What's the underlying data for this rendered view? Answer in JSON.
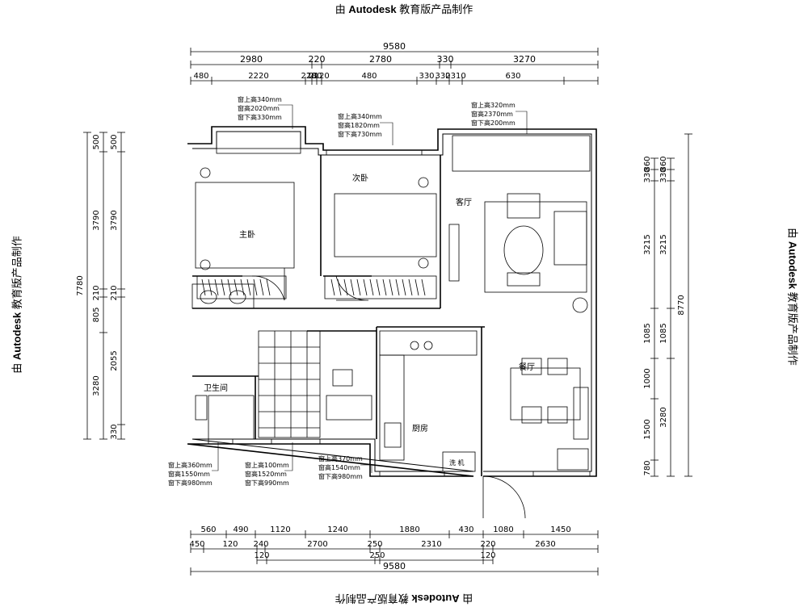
{
  "watermark": {
    "prefix": "由",
    "brand": "Autodesk",
    "suffix": "教育版产品制作"
  },
  "dimensions": {
    "top": {
      "total": "9580",
      "row2": [
        "2980",
        "220",
        "2780",
        "330",
        "3270"
      ],
      "row3": [
        "480",
        "2220",
        "220",
        "180",
        "2120",
        "480",
        "330",
        "330",
        "2310",
        "630"
      ]
    },
    "bottom": {
      "row1": [
        "560",
        "490",
        "1120",
        "1240",
        "1880",
        "430",
        "1080",
        "1450"
      ],
      "row2": [
        "450",
        "120",
        "240",
        "2700",
        "250",
        "2310",
        "220",
        "2630"
      ],
      "row3": [
        "120",
        "250",
        "120"
      ],
      "total": "9580"
    },
    "left": {
      "total": "7780",
      "row2": [
        "500",
        "3790",
        "210",
        "805",
        "3280"
      ],
      "row3": [
        "500",
        "3790",
        "210",
        "2055",
        "330"
      ]
    },
    "right": {
      "total": "8770",
      "row2": [
        "860",
        "330",
        "3215",
        "1085",
        "1000",
        "1500",
        "780"
      ],
      "row3": [
        "860",
        "330",
        "3215",
        "1085",
        "3280"
      ]
    }
  },
  "rooms": {
    "master_bedroom": "主卧",
    "second_bedroom": "次卧",
    "living_room": "客厅",
    "dining_room": "餐厅",
    "bathroom": "卫生间",
    "kitchen": "厨房",
    "washer": "洗 机"
  },
  "window_notes": {
    "master": [
      "窗上高340mm",
      "窗高2020mm",
      "窗下高330mm"
    ],
    "second": [
      "窗上高340mm",
      "窗高1820mm",
      "窗下高730mm"
    ],
    "living": [
      "窗上高320mm",
      "窗高2370mm",
      "窗下高200mm"
    ],
    "bath": [
      "窗上高360mm",
      "窗高1550mm",
      "窗下高980mm"
    ],
    "mid": [
      "窗上高100mm",
      "窗高1520mm",
      "窗下高990mm"
    ],
    "kitchen": [
      "窗上高370mm",
      "窗高1540mm",
      "窗下高980mm"
    ]
  }
}
